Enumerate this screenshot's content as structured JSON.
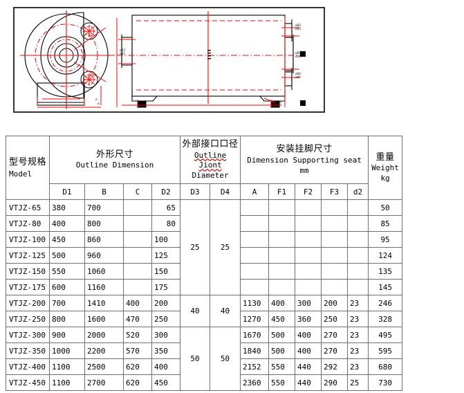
{
  "drawing": {
    "name": "vtjz-boiler-technical-drawing",
    "views": [
      {
        "name": "front-sectional-view",
        "description": "circular front view with bolted flange circles and base"
      },
      {
        "name": "side-elevation-view",
        "description": "horizontal cylindrical vessel with nozzles and supporting seats"
      }
    ],
    "annotation_note": "dimension callouts rendered too small to resolve"
  },
  "table": {
    "name": "vtjz-specification-table",
    "header_groups": [
      {
        "cn": "型号规格",
        "en": "Model",
        "span": 1
      },
      {
        "cn": "外形尺寸",
        "en": "Outline Dimension",
        "span": 4
      },
      {
        "cn": "外部接口口径",
        "en": "Outline Jiont",
        "en2": "Diameter",
        "span": 2
      },
      {
        "cn": "安装挂脚尺寸",
        "en": "Dimension Supporting seat",
        "en2": "mm",
        "span": 5
      },
      {
        "cn": "重量",
        "en": "Weight",
        "en2": "kg",
        "span": 1
      }
    ],
    "sub_headers": [
      "D1",
      "B",
      "C",
      "D2",
      "D3",
      "D4",
      "A",
      "F1",
      "F2",
      "F3",
      "d2"
    ],
    "rows": [
      {
        "model": "VTJZ-65",
        "D1": "380",
        "B": "700",
        "C": "",
        "D2": "65",
        "A": "",
        "F1": "",
        "F2": "",
        "F3": "",
        "d2": "",
        "weight": "50"
      },
      {
        "model": "VTJZ-80",
        "D1": "400",
        "B": "800",
        "C": "",
        "D2": "80",
        "A": "",
        "F1": "",
        "F2": "",
        "F3": "",
        "d2": "",
        "weight": "85"
      },
      {
        "model": "VTJZ-100",
        "D1": "450",
        "B": "860",
        "C": "",
        "D2": "100",
        "A": "",
        "F1": "",
        "F2": "",
        "F3": "",
        "d2": "",
        "weight": "95"
      },
      {
        "model": "VTJZ-125",
        "D1": "500",
        "B": "960",
        "C": "",
        "D2": "125",
        "A": "",
        "F1": "",
        "F2": "",
        "F3": "",
        "d2": "",
        "weight": "124"
      },
      {
        "model": "VTJZ-150",
        "D1": "550",
        "B": "1060",
        "C": "",
        "D2": "150",
        "A": "",
        "F1": "",
        "F2": "",
        "F3": "",
        "d2": "",
        "weight": "135"
      },
      {
        "model": "VTJZ-175",
        "D1": "600",
        "B": "1160",
        "C": "",
        "D2": "175",
        "A": "",
        "F1": "",
        "F2": "",
        "F3": "",
        "d2": "",
        "weight": "145"
      },
      {
        "model": "VTJZ-200",
        "D1": "700",
        "B": "1410",
        "C": "400",
        "D2": "200",
        "A": "1130",
        "F1": "400",
        "F2": "300",
        "F3": "200",
        "d2": "23",
        "weight": "246"
      },
      {
        "model": "VTJZ-250",
        "D1": "800",
        "B": "1600",
        "C": "470",
        "D2": "250",
        "A": "1270",
        "F1": "450",
        "F2": "360",
        "F3": "250",
        "d2": "23",
        "weight": "328"
      },
      {
        "model": "VTJZ-300",
        "D1": "900",
        "B": "2000",
        "C": "520",
        "D2": "300",
        "A": "1670",
        "F1": "500",
        "F2": "400",
        "F3": "270",
        "d2": "23",
        "weight": "495"
      },
      {
        "model": "VTJZ-350",
        "D1": "1000",
        "B": "2200",
        "C": "570",
        "D2": "350",
        "A": "1840",
        "F1": "500",
        "F2": "400",
        "F3": "270",
        "d2": "23",
        "weight": "595"
      },
      {
        "model": "VTJZ-400",
        "D1": "1100",
        "B": "2500",
        "C": "620",
        "D2": "400",
        "A": "2152",
        "F1": "550",
        "F2": "440",
        "F3": "292",
        "d2": "23",
        "weight": "680"
      },
      {
        "model": "VTJZ-450",
        "D1": "1100",
        "B": "2700",
        "C": "620",
        "D2": "450",
        "A": "2360",
        "F1": "550",
        "F2": "440",
        "F3": "290",
        "d2": "25",
        "weight": "730"
      }
    ],
    "merged_D3": [
      {
        "value": "25",
        "rowspan": 6
      },
      {
        "value": "40",
        "rowspan": 2
      },
      {
        "value": "50",
        "rowspan": 4
      }
    ],
    "merged_D4": [
      {
        "value": "25",
        "rowspan": 6
      },
      {
        "value": "40",
        "rowspan": 2
      },
      {
        "value": "50",
        "rowspan": 4
      }
    ]
  },
  "colors": {
    "border": "#6f6f6f",
    "frame": "#333333",
    "drawing_line": "#000000",
    "centerline": "#ff0000",
    "background": "#ffffff"
  }
}
